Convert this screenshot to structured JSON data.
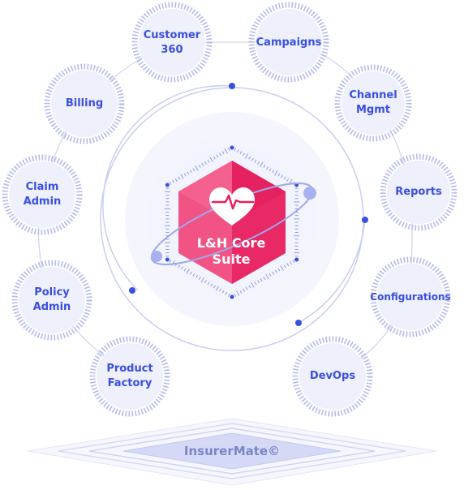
{
  "core": {
    "line1": "L&H Core",
    "line2": "Suite"
  },
  "platform": {
    "label": "InsurerMate©"
  },
  "modules": [
    {
      "line1": "Customer 360",
      "line2": ""
    },
    {
      "line1": "Campaigns",
      "line2": ""
    },
    {
      "line1": "Channel",
      "line2": "Mgmt"
    },
    {
      "line1": "Reports",
      "line2": ""
    },
    {
      "line1": "Configurations",
      "line2": ""
    },
    {
      "line1": "DevOps",
      "line2": ""
    },
    {
      "line1": "Product",
      "line2": "Factory"
    },
    {
      "line1": "Policy",
      "line2": "Admin"
    },
    {
      "line1": "Claim",
      "line2": "Admin"
    },
    {
      "line1": "Billing",
      "line2": ""
    }
  ],
  "colors": {
    "accent": "#3a4fe0",
    "ring": "#c7cdf0",
    "tick": "#a9b2ec",
    "hex_light": "#f3578a",
    "hex_dark": "#e11d5e",
    "platform": "#d9dcf6"
  },
  "icons": {
    "core": "heart-pulse-icon"
  }
}
